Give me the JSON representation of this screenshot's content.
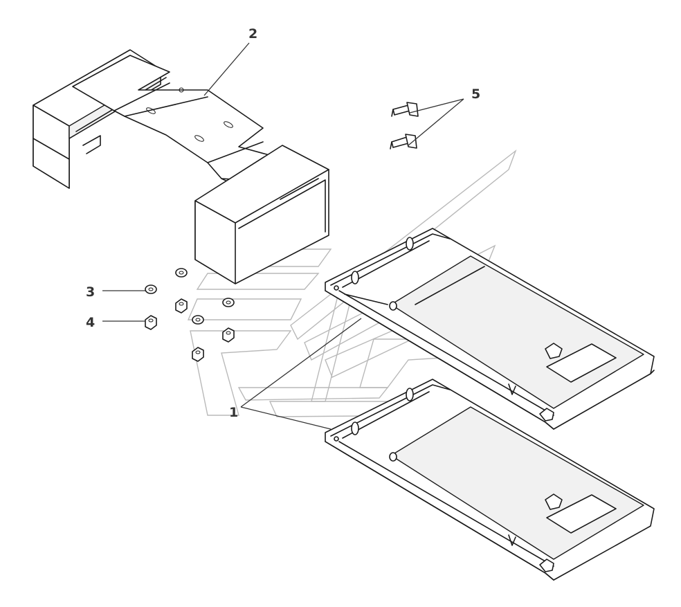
{
  "diagram": {
    "callouts": {
      "part_1": "1",
      "part_2": "2",
      "part_3": "3",
      "part_4": "4",
      "part_5": "5"
    },
    "colors": {
      "line": "#1a1a1a",
      "callout_text": "#333333",
      "watermark": "#b9b9b9",
      "background": "#ffffff"
    }
  }
}
